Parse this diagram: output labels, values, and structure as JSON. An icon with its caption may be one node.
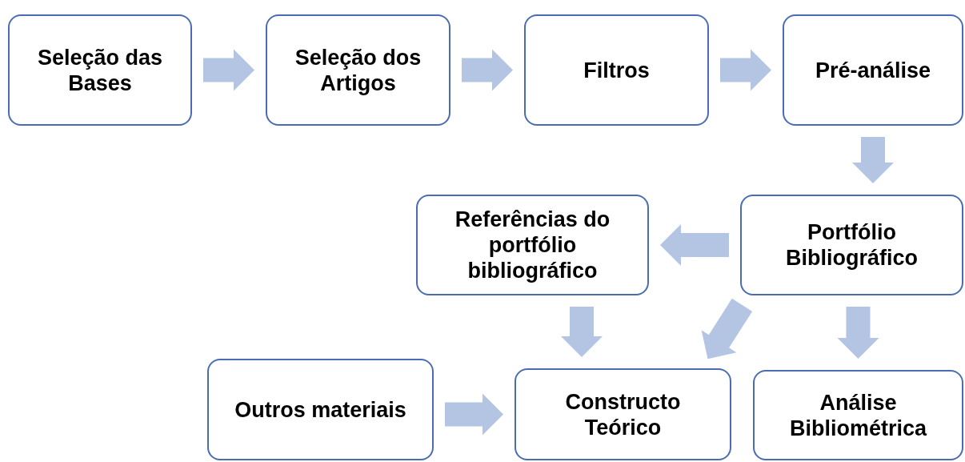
{
  "diagram": {
    "nodes": [
      {
        "text": [
          "Seleção das Bases"
        ]
      },
      {
        "text": [
          "Seleção dos Artigos"
        ]
      },
      {
        "text": [
          "Filtros"
        ]
      },
      {
        "text": [
          "Pré-análise"
        ]
      },
      {
        "text": [
          "Referências do portfólio bibliográfico"
        ]
      },
      {
        "text": [
          "Portfólio Bibliográfico"
        ]
      },
      {
        "text": [
          "Outros materiais"
        ]
      },
      {
        "text": [
          "Constructo Teórico"
        ]
      },
      {
        "text": [
          "Análise Bibliométrica"
        ]
      }
    ],
    "edges": [
      {
        "from": 0,
        "to": 1,
        "arrow": "to"
      },
      {
        "from": 1,
        "to": 2,
        "arrow": "to"
      },
      {
        "from": 2,
        "to": 3,
        "arrow": "to"
      },
      {
        "from": 3,
        "to": 5,
        "arrow": "to"
      },
      {
        "from": 5,
        "to": 4,
        "arrow": "to"
      },
      {
        "from": 4,
        "to": 7,
        "arrow": "to"
      },
      {
        "from": 5,
        "to": 7,
        "arrow": "to"
      },
      {
        "from": 5,
        "to": 8,
        "arrow": "to"
      },
      {
        "from": 6,
        "to": 7,
        "arrow": "to"
      }
    ]
  }
}
